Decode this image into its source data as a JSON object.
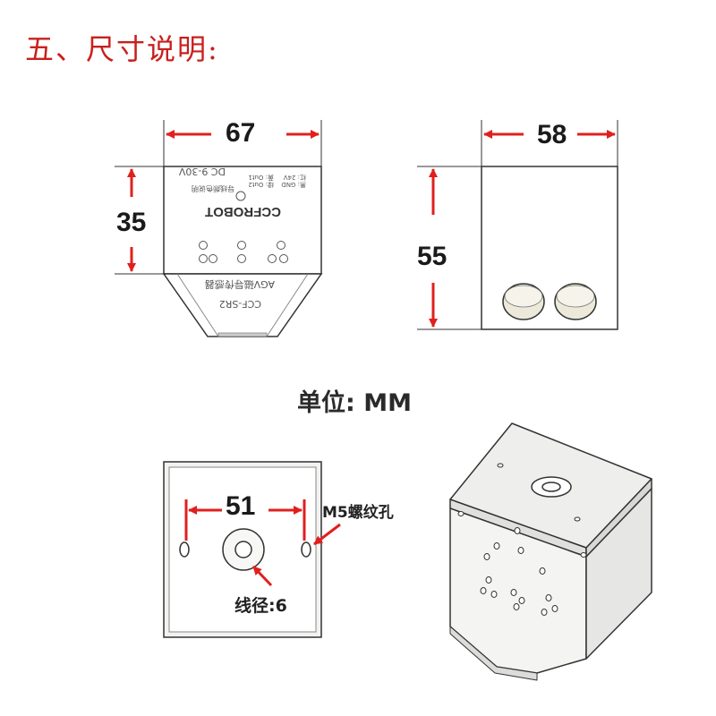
{
  "title": "五、尺寸说明:",
  "unit_label": "单位: MM",
  "front_view": {
    "width": "67",
    "height": "35",
    "label_voltage": "DC 9-30V",
    "label_brand": "CCFROBOT",
    "label_product": "AGV磁导传感器",
    "label_model": "CCF-SR2",
    "label_wire": "导线颜色说明",
    "label_pins": [
      "红: 24V",
      "黑: GND",
      "黄: Out1",
      "绿: Out2"
    ]
  },
  "side_view": {
    "height": "55",
    "width": "58"
  },
  "bottom_view": {
    "hole_spacing": "51",
    "thread_label": "M5螺纹孔",
    "wire_label": "线径:6"
  },
  "colors": {
    "arrow": "#e0201e",
    "title": "#c8201e",
    "line": "#333333",
    "face": "#f2f2f0"
  }
}
